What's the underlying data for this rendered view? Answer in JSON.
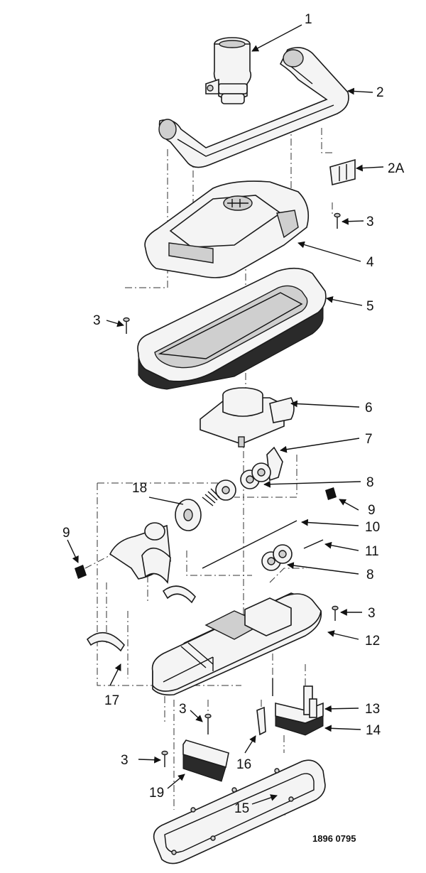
{
  "diagram": {
    "code": "1896 0795",
    "labels": [
      "1",
      "2",
      "2A",
      "3",
      "4",
      "5",
      "3",
      "6",
      "7",
      "8",
      "18",
      "9",
      "9",
      "10",
      "11",
      "8",
      "3",
      "12",
      "17",
      "13",
      "3",
      "16",
      "3",
      "19",
      "14",
      "15"
    ]
  }
}
